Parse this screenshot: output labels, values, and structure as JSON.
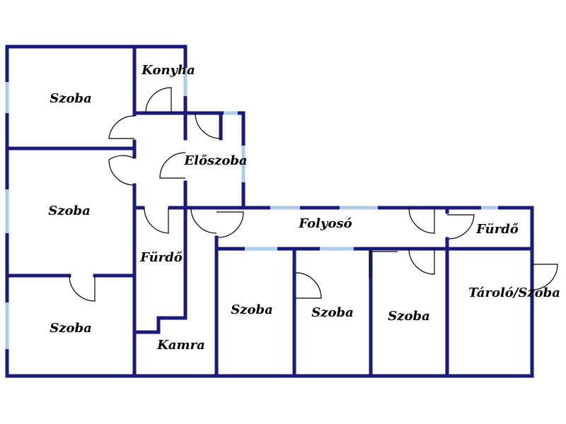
{
  "colors": {
    "wall": "#1a1a7a",
    "window": "#aecbea",
    "door": "#000000",
    "background": "#ffffff"
  },
  "rooms": [
    {
      "id": "szoba-1",
      "label": "Szoba"
    },
    {
      "id": "konyha",
      "label": "Konyha"
    },
    {
      "id": "eloszoba",
      "label": "Előszoba"
    },
    {
      "id": "szoba-2",
      "label": "Szoba"
    },
    {
      "id": "szoba-3",
      "label": "Szoba"
    },
    {
      "id": "furdo-1",
      "label": "Fürdő"
    },
    {
      "id": "kamra",
      "label": "Kamra"
    },
    {
      "id": "folyoso",
      "label": "Folyosó"
    },
    {
      "id": "furdo-2",
      "label": "Fürdő"
    },
    {
      "id": "szoba-4",
      "label": "Szoba"
    },
    {
      "id": "szoba-5",
      "label": "Szoba"
    },
    {
      "id": "szoba-6",
      "label": "Szoba"
    },
    {
      "id": "tarolo",
      "label": "Tároló/Szoba"
    }
  ]
}
